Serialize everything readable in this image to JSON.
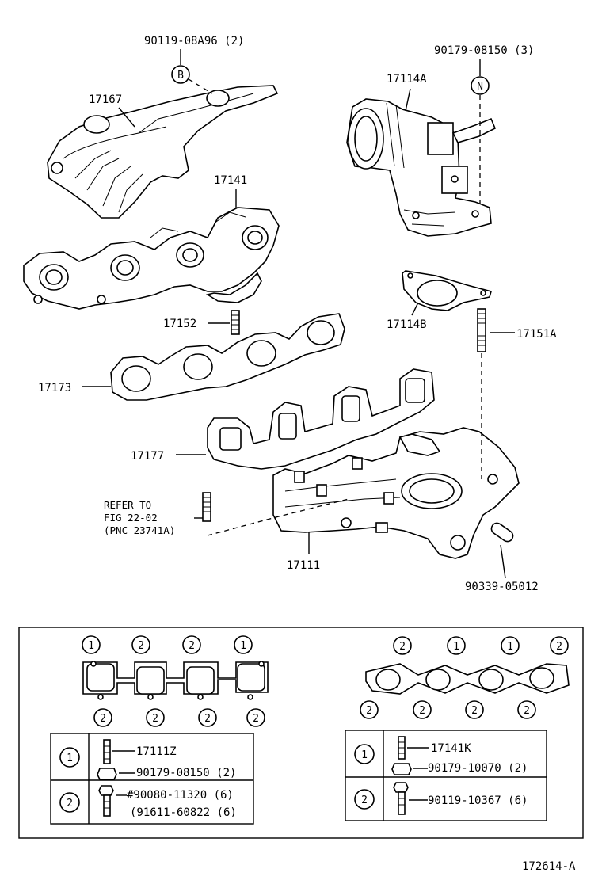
{
  "parts": {
    "p90119_08a96": "90119-08A96 (2)",
    "p90179_08150_3": "90179-08150 (3)",
    "p17167": "17167",
    "p17114a": "17114A",
    "p17141": "17141",
    "p17152": "17152",
    "p17114b": "17114B",
    "p17151a": "17151A",
    "p17173": "17173",
    "p17177": "17177",
    "p17111": "17111",
    "p90339_05012": "90339-05012",
    "refer_line1": "REFER TO",
    "refer_line2": "FIG 22-02",
    "refer_line3": "(PNC 23741A)",
    "marker_b": "B",
    "marker_n": "N"
  },
  "legend": {
    "left_top_marks": [
      "1",
      "2",
      "2",
      "1"
    ],
    "left_bottom_marks": [
      "2",
      "2",
      "2",
      "2"
    ],
    "right_top_marks": [
      "2",
      "1",
      "1",
      "2"
    ],
    "right_bottom_marks": [
      "2",
      "2",
      "2",
      "2"
    ],
    "left_table": {
      "row1_key": "1",
      "row1_a": "17111Z",
      "row1_b": "90179-08150 (2)",
      "row2_key": "2",
      "row2_a": "#90080-11320 (6)",
      "row2_b": "(91611-60822 (6)"
    },
    "right_table": {
      "row1_key": "1",
      "row1_a": "17141K",
      "row1_b": "90179-10070 (2)",
      "row2_key": "2",
      "row2_a": "90119-10367 (6)"
    }
  },
  "footer": {
    "code": "172614-A"
  }
}
